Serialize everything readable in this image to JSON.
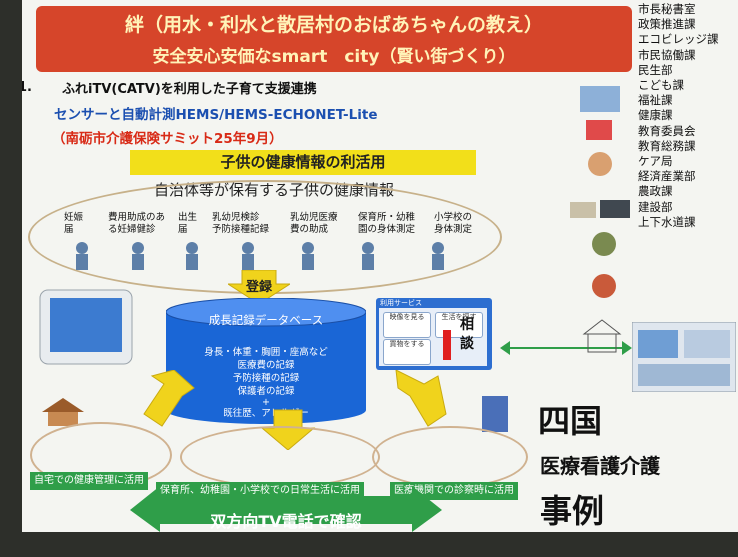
{
  "title": {
    "line1": "絆（用水・利水と散居村のおばあちゃんの教え）",
    "line2": "安全安心安価なsmart　city（賢い街づくり）"
  },
  "departments": [
    "市長秘書室",
    "政策推進課",
    "エコビレッジ課",
    "市民協働課",
    "民生部",
    "こども課",
    "福祉課",
    "健康課",
    "教育委員会",
    "教育総務課",
    "ケア局",
    "経済産業部",
    "農政課",
    "建設部",
    "上下水道課"
  ],
  "section": {
    "number": "1.",
    "title": "ふれiTV(CATV)を利用した子育て支援連携",
    "sensor": "センサーと自動計測HEMS/HEMS-ECHONET-Lite",
    "summit": "（南砺市介護保険サミット25年9月）"
  },
  "health_banner": "子供の健康情報の利活用",
  "health_sub": "自治体等が保有する子供の健康情報",
  "categories": [
    {
      "line1": "妊娠",
      "line2": "届"
    },
    {
      "line1": "費用助成のあ",
      "line2": "る妊婦健診"
    },
    {
      "line1": "出生",
      "line2": "届"
    },
    {
      "line1": "乳幼児検診",
      "line2": "予防接種記録"
    },
    {
      "line1": "乳幼児医療",
      "line2": "費の助成"
    },
    {
      "line1": "保育所・幼稚",
      "line2": "園の身体測定"
    },
    {
      "line1": "小学校の",
      "line2": "身体測定"
    }
  ],
  "register_label": "登録",
  "database": {
    "title": "成長記録データベース",
    "items": [
      "身長・体重・胸囲・座高など",
      "医療費の記録",
      "予防接種の記録",
      "保護者の記録",
      "+",
      "既往歴、アレルギー"
    ]
  },
  "consult": {
    "header": "利用サービス",
    "buttons": [
      "映像を見る",
      "生活を探す",
      "買物をする"
    ],
    "label": "相談"
  },
  "bottom_labels": [
    "自宅での健康管理に活用",
    "保育所、幼稚園・小学校での日常生活に活用",
    "医療機関での診察時に活用"
  ],
  "bottom_banner": "双方向TV電話で確認",
  "side_text": {
    "shikoku": "四国",
    "iryo": "医療看護介護",
    "jirei": "事例"
  },
  "colors": {
    "title_bg": "#d6452a",
    "title_text": "#fff3b8",
    "banner_yellow": "#f2df1a",
    "arrow_yellow": "#f0d31c",
    "db_blue": "#1a66d6",
    "green": "#2f9e49",
    "sensor_blue": "#1b4fb0",
    "summit_red": "#d82a16"
  }
}
